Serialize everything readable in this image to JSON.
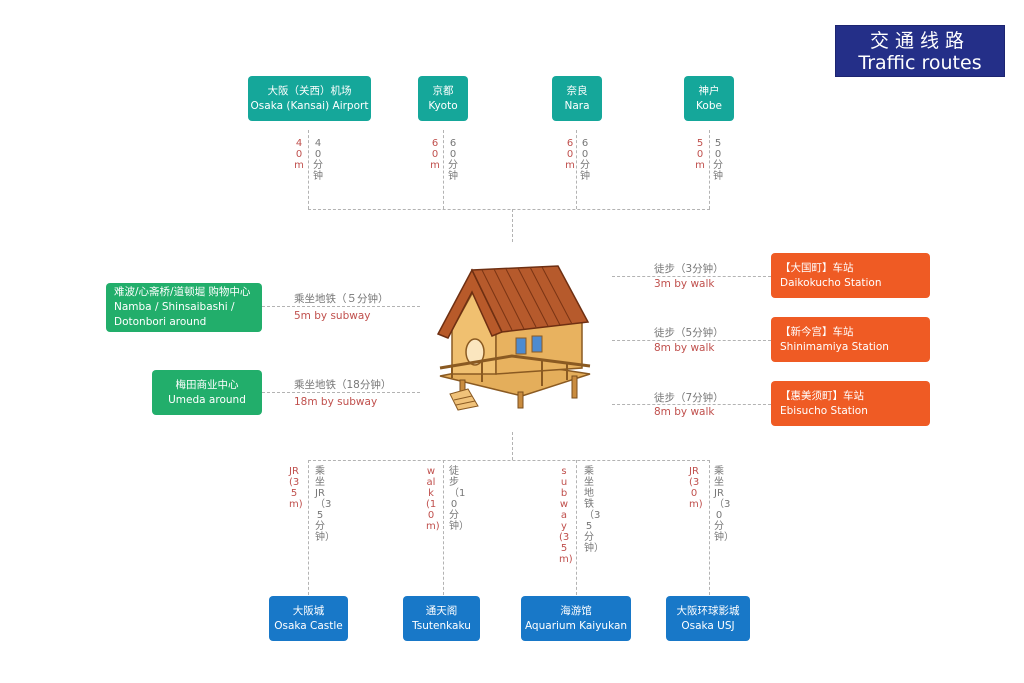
{
  "title": {
    "zh": "交通线路",
    "en": "Traffic routes"
  },
  "top_destinations": [
    {
      "zh": "大阪（关西）机场",
      "en": "Osaka (Kansai) Airport",
      "time_en": "40m",
      "time_zh": "40分钟"
    },
    {
      "zh": "京都",
      "en": "Kyoto",
      "time_en": "60m",
      "time_zh": "60分钟"
    },
    {
      "zh": "奈良",
      "en": "Nara",
      "time_en": "60m",
      "time_zh": "60分钟"
    },
    {
      "zh": "神户",
      "en": "Kobe",
      "time_en": "50m",
      "time_zh": "50分钟"
    }
  ],
  "left_destinations": [
    {
      "zh": "难波/心斋桥/道顿堀 购物中心",
      "en1": "Namba / Shinsaibashi /",
      "en2": "Dotonbori around",
      "time_zh": "乘坐地铁（５分钟）",
      "time_en": "5m by subway"
    },
    {
      "zh": "梅田商业中心",
      "en": "Umeda around",
      "time_zh": "乘坐地铁（18分钟）",
      "time_en": "18m by subway"
    }
  ],
  "right_destinations": [
    {
      "zh": "【大国町】车站",
      "en": "Daikokucho Station",
      "time_zh": "徒步（3分钟）",
      "time_en": "3m by walk"
    },
    {
      "zh": "【新今宫】车站",
      "en": "Shinimamiya Station",
      "time_zh": "徒步（5分钟）",
      "time_en": "8m by walk"
    },
    {
      "zh": "【惠美须町】车站",
      "en": "Ebisucho Station",
      "time_zh": "徒步（7分钟）",
      "time_en": "8m by walk"
    }
  ],
  "bottom_destinations": [
    {
      "zh": "大阪城",
      "en": "Osaka Castle",
      "time_en": "JR(35m)",
      "time_zh": "乘坐JR（35分钟）"
    },
    {
      "zh": "通天阁",
      "en": "Tsutenkaku",
      "time_en": "walk(10m)",
      "time_zh": "徒步（10分钟）"
    },
    {
      "zh": "海游馆",
      "en": "Aquarium Kaiyukan",
      "time_en": "subway(35m)",
      "time_zh": "乘坐地铁（35分钟）"
    },
    {
      "zh": "大阪环球影城",
      "en": "Osaka USJ",
      "time_en": "JR(30m)",
      "time_zh": "乘坐JR（30分钟）"
    }
  ],
  "colors": {
    "teal": "#15a79a",
    "green": "#22ae6b",
    "orange": "#ef5b24",
    "blue": "#1878c8",
    "title_bg": "#242f88"
  },
  "icons": {
    "center": "house-icon"
  }
}
